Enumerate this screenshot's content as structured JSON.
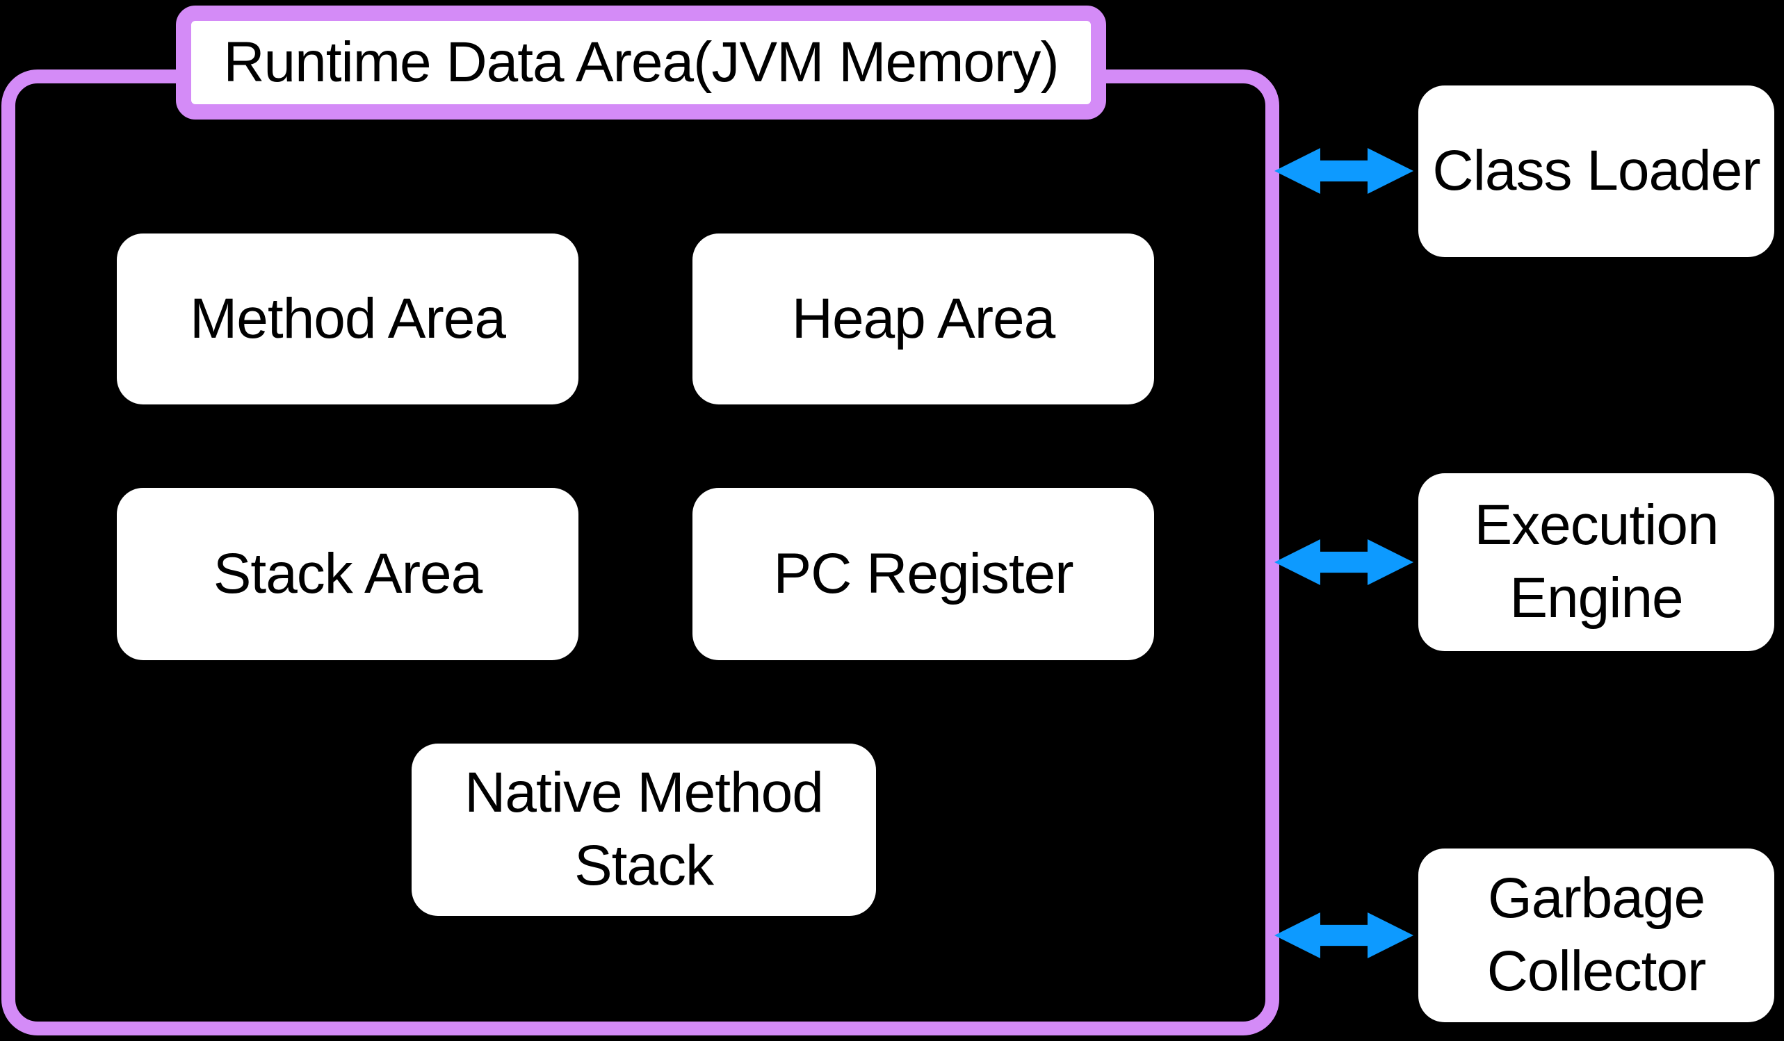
{
  "diagram": {
    "title": "Runtime Data Area(JVM Memory)",
    "inner_boxes": [
      {
        "id": "method-area",
        "label": "Method Area"
      },
      {
        "id": "heap-area",
        "label": "Heap Area"
      },
      {
        "id": "stack-area",
        "label": "Stack Area"
      },
      {
        "id": "pc-register",
        "label": "PC Register"
      },
      {
        "id": "native-method-stack",
        "label": "Native Method Stack",
        "lines": [
          "Native Method",
          "Stack"
        ]
      }
    ],
    "external_boxes": [
      {
        "id": "class-loader",
        "label": "Class Loader",
        "lines": [
          "Class Loader"
        ]
      },
      {
        "id": "execution-engine",
        "label": "Execution Engine",
        "lines": [
          "Execution",
          "Engine"
        ]
      },
      {
        "id": "garbage-collector",
        "label": "Garbage Collector",
        "lines": [
          "Garbage",
          "Collector"
        ]
      }
    ],
    "arrows": [
      {
        "id": "arrow-class-loader",
        "type": "bidirectional",
        "connects": [
          "Runtime Data Area",
          "Class Loader"
        ]
      },
      {
        "id": "arrow-execution-engine",
        "type": "bidirectional",
        "connects": [
          "Runtime Data Area",
          "Execution Engine"
        ]
      },
      {
        "id": "arrow-garbage-collector",
        "type": "bidirectional",
        "connects": [
          "Runtime Data Area",
          "Garbage Collector"
        ]
      }
    ],
    "colors": {
      "canvas_bg": "#000000",
      "accent_purple": "#d48bf7",
      "arrow_blue": "#0d9aff",
      "node_bg": "#ffffff",
      "text": "#000000"
    }
  }
}
